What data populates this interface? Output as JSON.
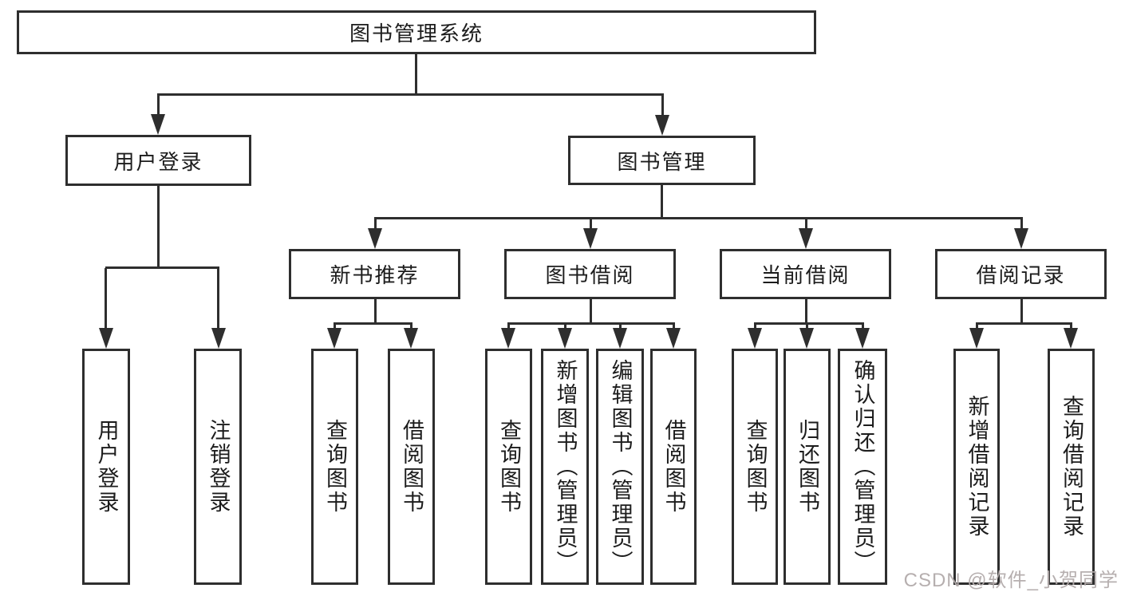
{
  "tree": {
    "root": {
      "label": "图书管理系统"
    },
    "branches": {
      "user": {
        "label": "用户登录",
        "children": [
          {
            "label": "用户登录"
          },
          {
            "label": "注销登录"
          }
        ]
      },
      "mgmt": {
        "label": "图书管理",
        "groups": [
          {
            "label": "新书推荐",
            "children": [
              {
                "label": "查询图书"
              },
              {
                "label": "借阅图书"
              }
            ]
          },
          {
            "label": "图书借阅",
            "children": [
              {
                "label": "查询图书"
              },
              {
                "label": "新增图书（管理员）"
              },
              {
                "label": "编辑图书（管理员）"
              },
              {
                "label": "借阅图书"
              }
            ]
          },
          {
            "label": "当前借阅",
            "children": [
              {
                "label": "查询图书"
              },
              {
                "label": "归还图书"
              },
              {
                "label": "确认归还（管理员）"
              }
            ]
          },
          {
            "label": "借阅记录",
            "children": [
              {
                "label": "新增借阅记录"
              },
              {
                "label": "查询借阅记录"
              }
            ]
          }
        ]
      }
    }
  },
  "watermark": {
    "text": "CSDN @软件_小贺同学"
  },
  "colors": {
    "line": "#2e2e2e",
    "border": "#2e2e2e",
    "text": "#1c1c1c",
    "watermark": "#b3abab",
    "background": "#ffffff"
  }
}
